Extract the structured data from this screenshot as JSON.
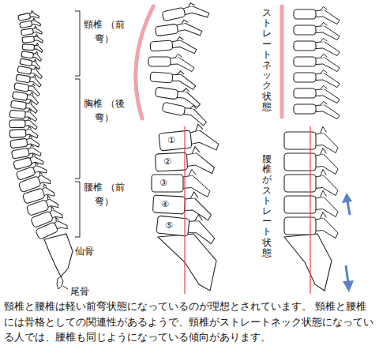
{
  "diagram": {
    "caption": "頸椎と腰椎は軽い前弯状態になっているのが理想とされています。 頸椎と腰椎には骨格としての関連性があるようで、頸椎がストレートネック状態になっている人では、腰椎も同じようになっている傾向があります。",
    "labels": [
      "頸椎 （前弯）",
      "胸椎 （後弯）",
      "腰椎 （前弯）",
      "仙骨",
      "尾骨",
      "ストレートネック状態",
      "①",
      "②",
      "③",
      "④",
      "⑤",
      "腰椎がストレート状態"
    ]
  }
}
